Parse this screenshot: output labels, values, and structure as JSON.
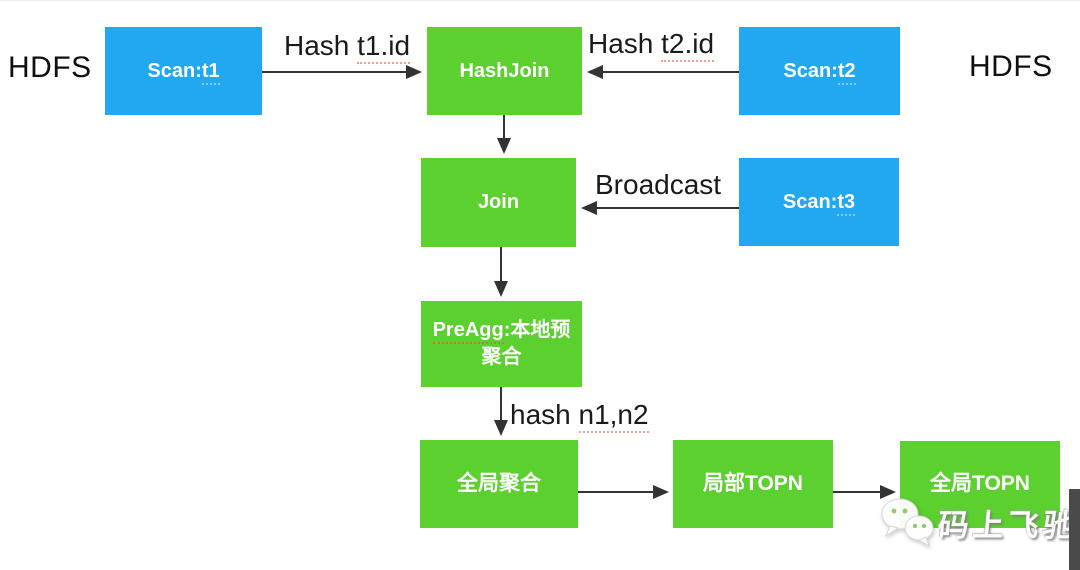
{
  "diagram": {
    "hdfs_left": "HDFS",
    "hdfs_right": "HDFS",
    "nodes": {
      "scan_t1": {
        "prefix": "Scan:",
        "term": "t1"
      },
      "scan_t2": {
        "prefix": "Scan:",
        "term": "t2"
      },
      "scan_t3": {
        "prefix": "Scan:",
        "term": "t3"
      },
      "hashjoin": {
        "label": "HashJoin"
      },
      "join": {
        "label": "Join"
      },
      "preagg": {
        "term": "PreAgg",
        "rest": ":本地预聚合"
      },
      "global_agg": {
        "label": "全局聚合"
      },
      "local_topn": {
        "label": "局部TOPN"
      },
      "global_topn": {
        "label": "全局TOPN"
      }
    },
    "edge_labels": {
      "hash_t1": {
        "prefix": "Hash ",
        "term": "t1.id"
      },
      "hash_t2": {
        "prefix": "Hash ",
        "term": "t2.id"
      },
      "broadcast": "Broadcast",
      "hash_n": {
        "prefix": "hash ",
        "term": "n1,n2"
      }
    },
    "colors": {
      "scan_box": "#21a8f0",
      "operator_box": "#5bd02f",
      "arrow": "#333333",
      "label_text": "#1a1a1a"
    }
  },
  "watermark": {
    "text": "码上飞驰",
    "icon": "wechat-icon"
  }
}
